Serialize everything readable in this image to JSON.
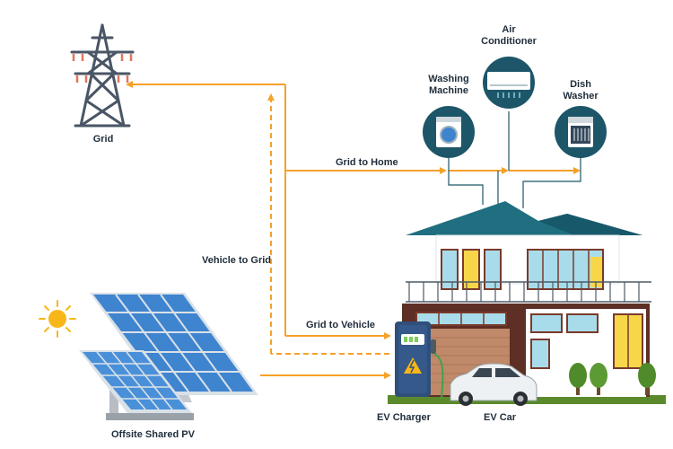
{
  "labels": {
    "grid": "Grid",
    "grid_to_home": "Grid to Home",
    "vehicle_to_grid": "Vehicle to Grid",
    "grid_to_vehicle": "Grid to Vehicle",
    "offsite_pv": "Offsite Shared PV",
    "ev_charger": "EV Charger",
    "ev_car": "EV Car",
    "washing_machine_1": "Washing",
    "washing_machine_2": "Machine",
    "air_conditioner_1": "Air",
    "air_conditioner_2": "Conditioner",
    "dish_washer_1": "Dish",
    "dish_washer_2": "Washer"
  },
  "colors": {
    "arrow": "#f5a12a",
    "circle": "#1d5668",
    "roof": "#1f6f80",
    "tower": "#4a5665",
    "panel": "#3f84cf",
    "sun": "#f7b718"
  }
}
